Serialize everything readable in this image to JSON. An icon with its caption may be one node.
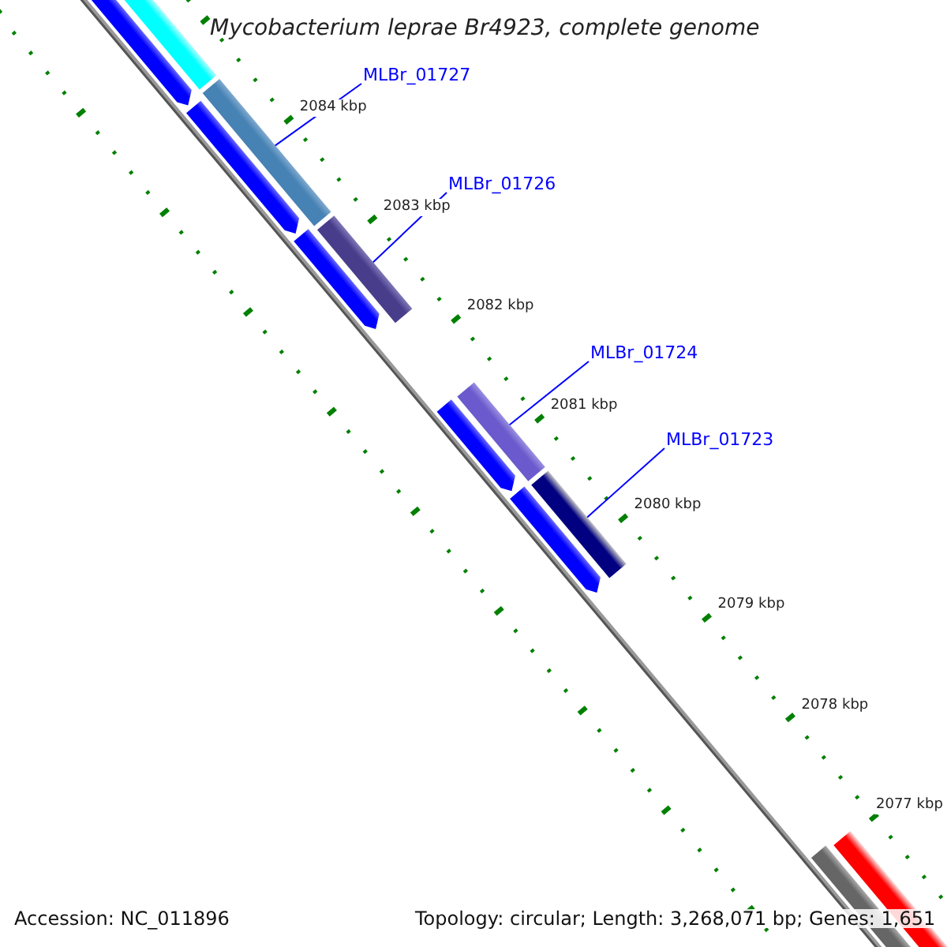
{
  "diagram": {
    "title": "Mycobacterium leprae Br4923, complete genome",
    "nodes": [
      {
        "text": [
          "MLBr_01727"
        ]
      },
      {
        "text": [
          "MLBr_01726"
        ]
      },
      {
        "text": [
          "MLBr_01724"
        ]
      },
      {
        "text": [
          "MLBr_01723"
        ]
      },
      {
        "text": [],
        "shape": "bar"
      },
      {
        "text": [],
        "shape": "bar"
      },
      {
        "text": [],
        "shape": "bar"
      },
      {
        "text": [],
        "shape": "bar"
      }
    ],
    "edges": [
      {
        "from": 0,
        "to": 4,
        "arrow": "none"
      },
      {
        "from": 1,
        "to": 5,
        "arrow": "none"
      },
      {
        "from": 2,
        "to": 6,
        "arrow": "none"
      },
      {
        "from": 3,
        "to": 7,
        "arrow": "none"
      }
    ],
    "labels": [
      "2084 kbp",
      "2083 kbp",
      "2082 kbp",
      "2081 kbp",
      "2080 kbp",
      "2079 kbp",
      "2078 kbp",
      "2077 kbp",
      "Accession: NC_011896",
      "Topology: circular; Length: 3,268,071 bp; Genes: 1,651"
    ]
  }
}
